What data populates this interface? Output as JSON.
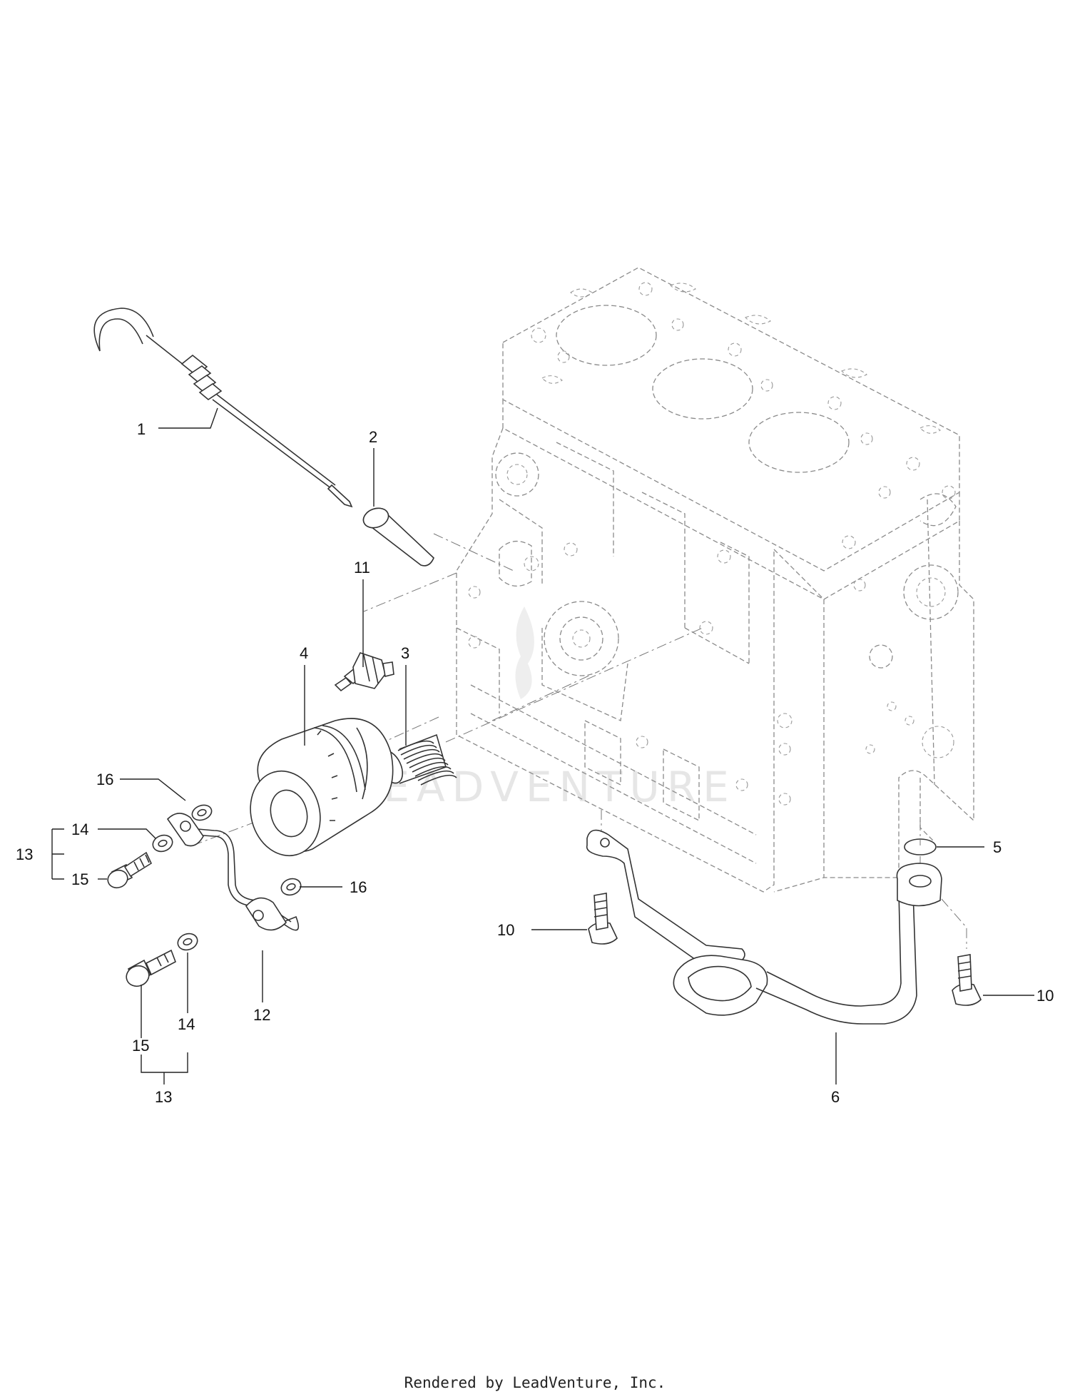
{
  "diagram": {
    "watermark": "LEADVENTURE",
    "callouts": {
      "c1": "1",
      "c2": "2",
      "c3": "3",
      "c4": "4",
      "c5": "5",
      "c6": "6",
      "c10a": "10",
      "c10b": "10",
      "c11": "11",
      "c12": "12",
      "c13a": "13",
      "c13b": "13",
      "c14a": "14",
      "c14b": "14",
      "c15a": "15",
      "c15b": "15",
      "c16a": "16",
      "c16b": "16"
    }
  },
  "footer": {
    "text": "Rendered by LeadVenture, Inc."
  }
}
